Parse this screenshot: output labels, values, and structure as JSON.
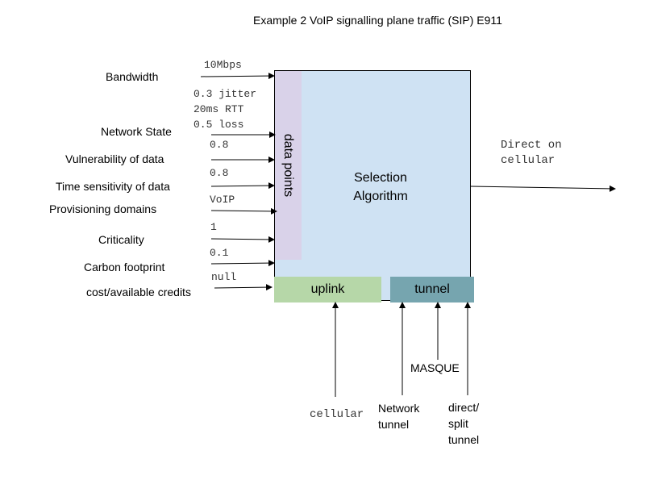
{
  "title": "Example 2  VoIP signalling plane traffic (SIP) E911",
  "inputs": {
    "bandwidth": "Bandwidth",
    "network_state": "Network State",
    "vulnerability": "Vulnerability of data",
    "time_sensitivity": "Time sensitivity of data",
    "provisioning": "Provisioning domains",
    "criticality": "Criticality",
    "carbon": "Carbon footprint",
    "cost": "cost/available credits"
  },
  "values": {
    "bandwidth": "10Mbps",
    "jitter": "0.3 jitter",
    "rtt": "20ms RTT",
    "loss": "0.5 loss",
    "vulnerability": "0.8",
    "time_sensitivity": "0.8",
    "provisioning": "VoIP",
    "criticality": "1",
    "carbon": "0.1",
    "cost": "null"
  },
  "box": {
    "data_points": "data points",
    "selection_line1": "Selection",
    "selection_line2": "Algorithm",
    "uplink": "uplink",
    "tunnel": "tunnel"
  },
  "output": {
    "line1": "Direct on",
    "line2": "cellular"
  },
  "bottom": {
    "cellular": "cellular",
    "network_tunnel_1": "Network",
    "network_tunnel_2": "tunnel",
    "masque": "MASQUE",
    "direct_1": "direct/",
    "direct_2": "split",
    "direct_3": "tunnel"
  }
}
